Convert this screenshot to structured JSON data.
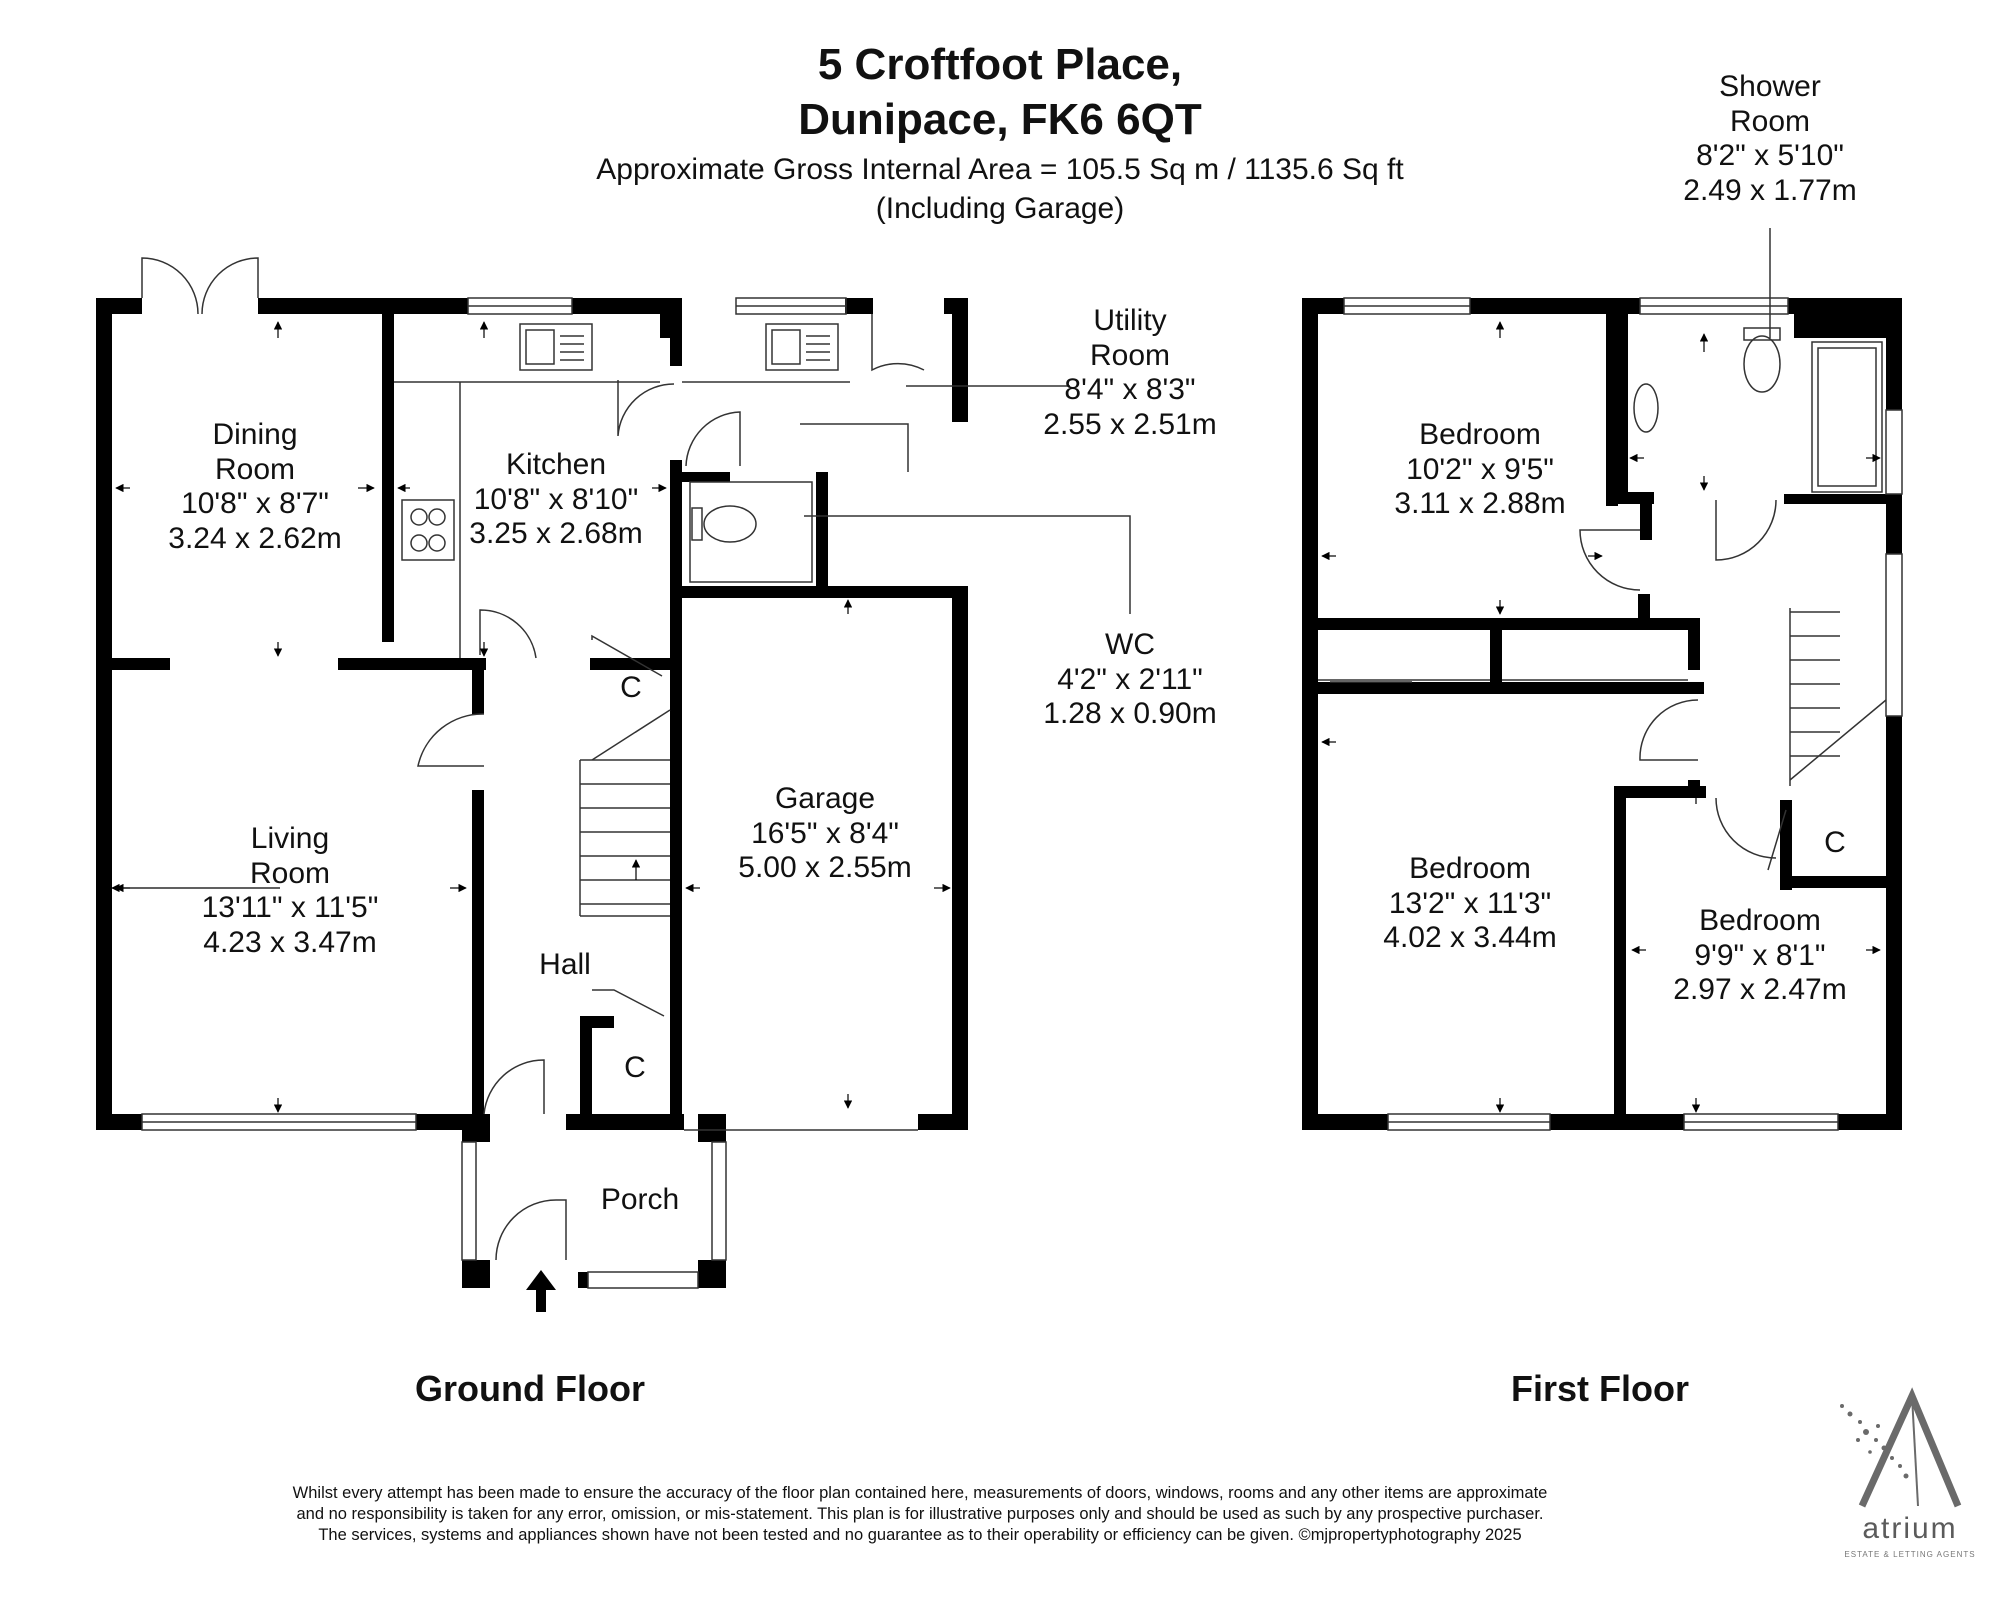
{
  "header": {
    "address_line1": "5 Croftfoot Place,",
    "address_line2": "Dunipace, FK6 6QT",
    "area": "Approximate Gross Internal Area = 105.5 Sq m / 1135.6 Sq ft",
    "area_note": "(Including Garage)"
  },
  "ground_floor": {
    "label": "Ground Floor",
    "rooms": {
      "dining": {
        "name1": "Dining",
        "name2": "Room",
        "imperial": "10'8\" x 8'7\"",
        "metric": "3.24 x 2.62m"
      },
      "kitchen": {
        "name": "Kitchen",
        "imperial": "10'8\" x 8'10\"",
        "metric": "3.25 x 2.68m"
      },
      "utility": {
        "name1": "Utility",
        "name2": "Room",
        "imperial": "8'4\" x 8'3\"",
        "metric": "2.55 x 2.51m"
      },
      "wc": {
        "name": "WC",
        "imperial": "4'2\" x 2'11\"",
        "metric": "1.28 x 0.90m"
      },
      "living": {
        "name1": "Living",
        "name2": "Room",
        "imperial": "13'11\" x 11'5\"",
        "metric": "4.23 x 3.47m"
      },
      "garage": {
        "name": "Garage",
        "imperial": "16'5\" x 8'4\"",
        "metric": "5.00 x 2.55m"
      },
      "hall": {
        "name": "Hall"
      },
      "porch": {
        "name": "Porch"
      }
    },
    "cupboard_label": "C"
  },
  "first_floor": {
    "label": "First Floor",
    "rooms": {
      "shower": {
        "name1": "Shower",
        "name2": "Room",
        "imperial": "8'2\" x 5'10\"",
        "metric": "2.49 x 1.77m"
      },
      "bedroom1": {
        "name": "Bedroom",
        "imperial": "10'2\" x 9'5\"",
        "metric": "3.11 x 2.88m"
      },
      "bedroom2": {
        "name": "Bedroom",
        "imperial": "13'2\" x 11'3\"",
        "metric": "4.02 x 3.44m"
      },
      "bedroom3": {
        "name": "Bedroom",
        "imperial": "9'9\" x 8'1\"",
        "metric": "2.97 x 2.47m"
      }
    },
    "cupboard_label": "C"
  },
  "disclaimer": {
    "line1": "Whilst every attempt has been made to ensure the accuracy of the floor plan contained here, measurements of doors, windows, rooms and any other items are approximate",
    "line2": "and no responsibility is taken for any error, omission, or mis-statement. This plan is for illustrative purposes only and should be used as such by any prospective purchaser.",
    "line3": "The services, systems and appliances shown have not been tested and no guarantee as to their operability or efficiency can be given. ©mjpropertyphotography 2025"
  },
  "logo": {
    "name": "atrium",
    "tagline": "ESTATE & LETTING AGENTS",
    "color": "#5b5b5b"
  },
  "colors": {
    "wall": "#000000",
    "line": "#555555",
    "background": "#ffffff"
  }
}
